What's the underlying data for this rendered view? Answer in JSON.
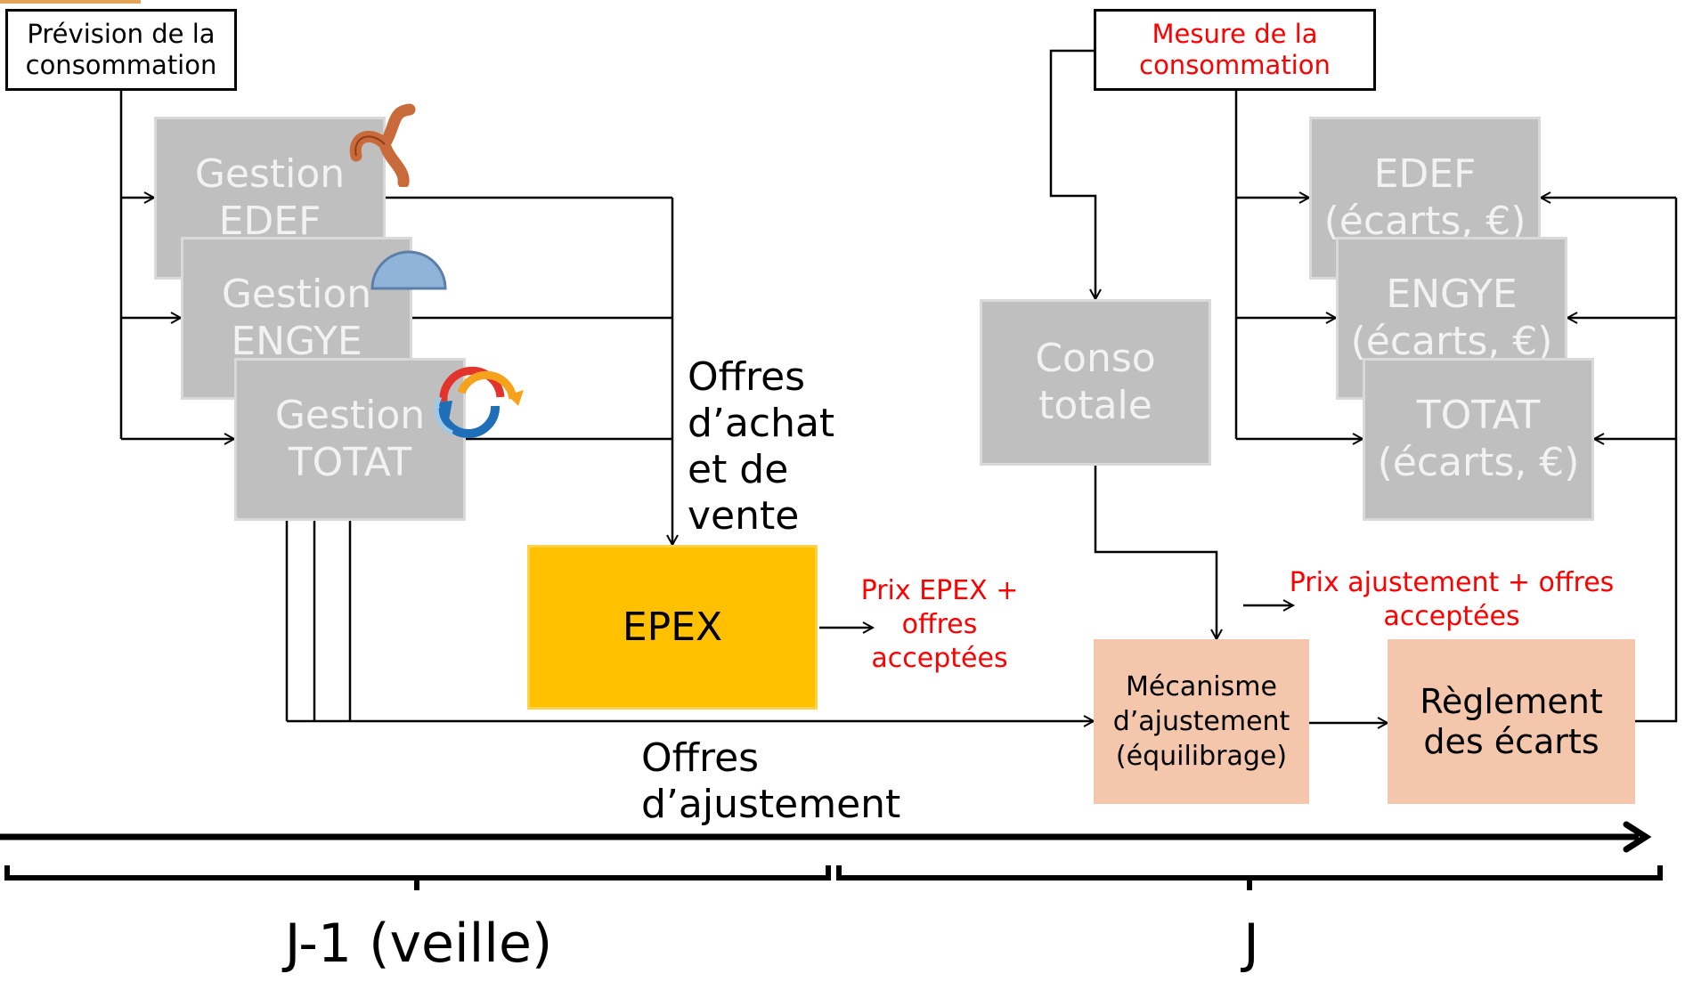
{
  "forecast_box": "Prévision de la\nconsommation",
  "measure_box": "Mesure de la\nconsommation",
  "gestion": [
    {
      "label": "Gestion\nEDEF",
      "icon": "triskelion-icon"
    },
    {
      "label": "Gestion\nENGYE",
      "icon": "half-circle-icon"
    },
    {
      "label": "Gestion\nTOTAT",
      "icon": "circular-arrows-icon"
    }
  ],
  "ecarts": [
    "EDEF\n(écarts, €)",
    "ENGYE\n(écarts, €)",
    "TOTAT\n(écarts, €)"
  ],
  "conso_box": "Conso\ntotale",
  "epex_box": "EPEX",
  "offers_label": "Offres\nd’achat\net de\nvente",
  "epex_result": "Prix EPEX +\noffres\nacceptées",
  "ajust_result": "Prix ajustement + offres\nacceptées",
  "mechanism_box": "Mécanisme\nd’ajustement\n(équilibrage)",
  "settlement_box": "Règlement\ndes écarts",
  "adjust_offers_label": "Offres\nd’ajustement",
  "timeline": {
    "day_before": "J-1  (veille)",
    "day": "J"
  },
  "colors": {
    "gray_box": "#bfbfbf",
    "epex": "#ffc000",
    "pink": "#f4c7ad",
    "red_text": "#ff0000"
  }
}
